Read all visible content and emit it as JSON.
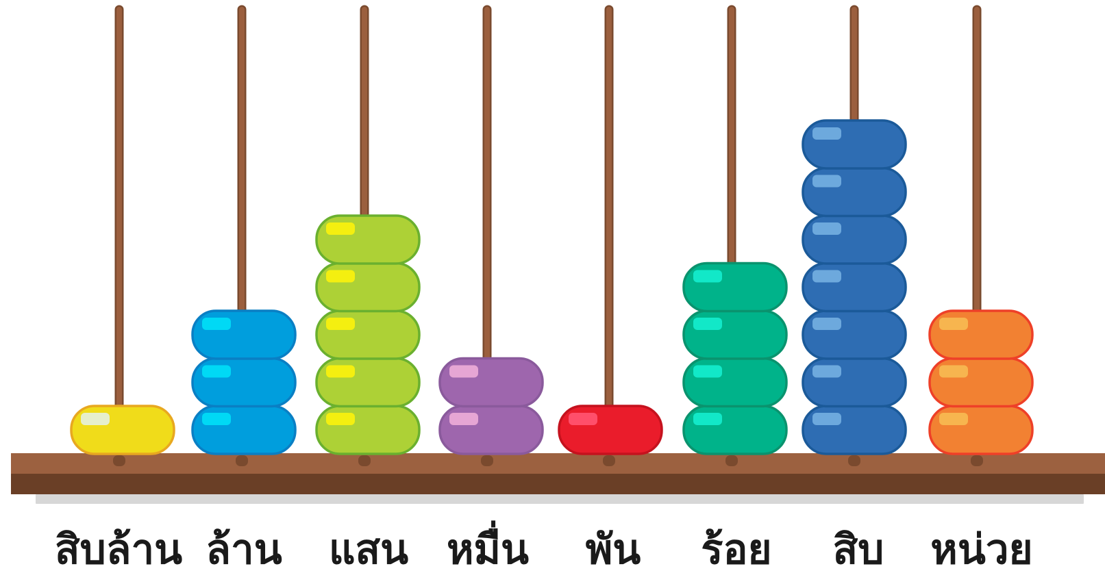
{
  "abacus": {
    "columns": [
      {
        "label": "สิบล้าน",
        "beads": 1,
        "color": "#f0dc1a",
        "edge": "#e8a820",
        "shine": "#e6efcc"
      },
      {
        "label": "ล้าน",
        "beads": 3,
        "color": "#009edd",
        "edge": "#0a7fc4",
        "shine": "#00d9f5"
      },
      {
        "label": "แสน",
        "beads": 5,
        "color": "#add136",
        "edge": "#6ab02f",
        "shine": "#f4ef10"
      },
      {
        "label": "หมื่น",
        "beads": 2,
        "color": "#9e66ad",
        "edge": "#8a5a9c",
        "shine": "#e6a6d4"
      },
      {
        "label": "พัน",
        "beads": 1,
        "color": "#ea1c2b",
        "edge": "#c5121e",
        "shine": "#ff4f6b"
      },
      {
        "label": "ร้อย",
        "beads": 4,
        "color": "#00b38a",
        "edge": "#0a936e",
        "shine": "#12e8c8"
      },
      {
        "label": "สิบ",
        "beads": 7,
        "color": "#2e6db3",
        "edge": "#1b5a99",
        "shine": "#6da9dd"
      },
      {
        "label": "หน่วย",
        "beads": 3,
        "color": "#f28132",
        "edge": "#ee4028",
        "shine": "#f7b54f"
      }
    ],
    "colors": {
      "rod": "#9b5f3e",
      "rod_edge": "#7a4a2e",
      "base_top": "#9c6140",
      "base_bottom": "#6a3f26",
      "base_shadow": "#d7d7d7",
      "label_text": "#1a1a1a"
    }
  }
}
